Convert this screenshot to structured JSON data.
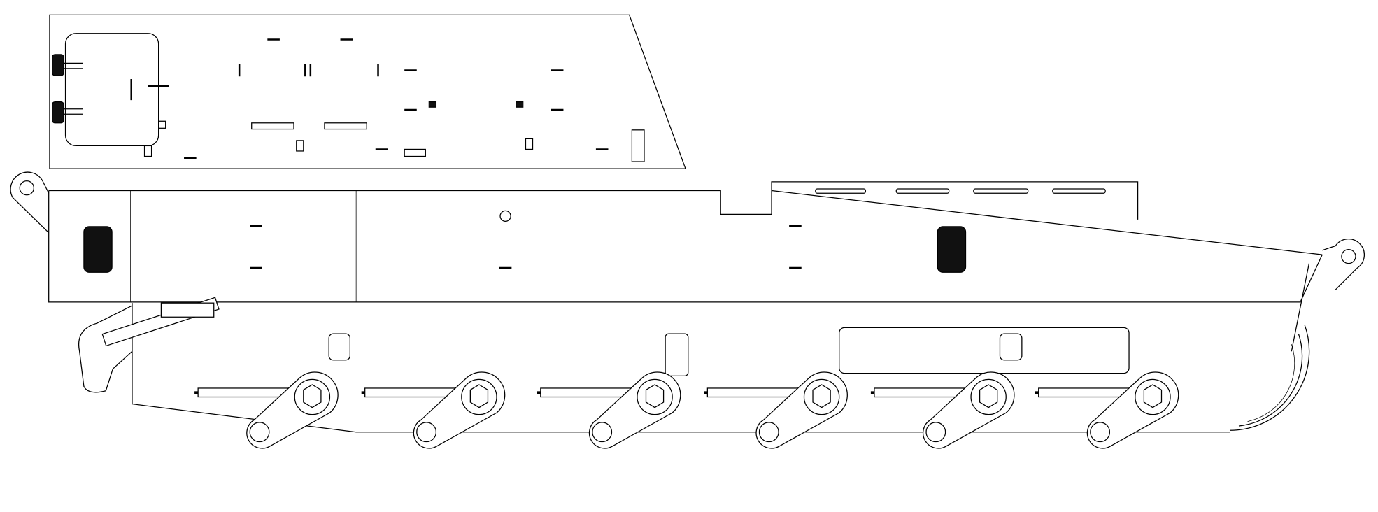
{
  "drawing": {
    "subject": "tracked-vehicle-hull-side-view",
    "suspension_arm_count": 6,
    "hull_handle_count": 6,
    "top_plate_slot_count": 4,
    "colors": {
      "line": "#000000",
      "background": "#ffffff"
    }
  }
}
